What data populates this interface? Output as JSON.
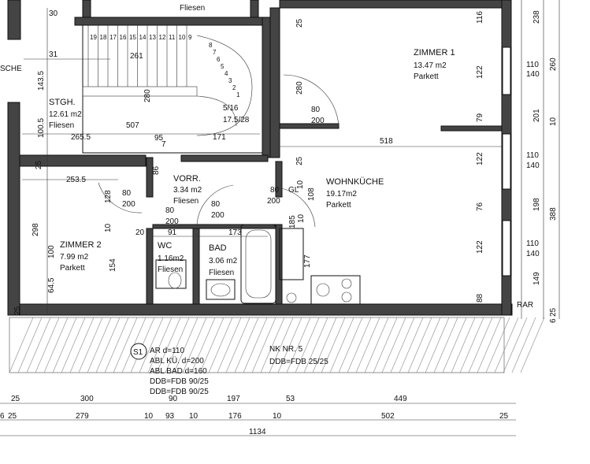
{
  "rooms": {
    "zimmer1": {
      "name": "ZIMMER 1",
      "area": "13.47 m2",
      "floor": "Parkett"
    },
    "stgh": {
      "name": "STGH.",
      "area": "12.61 m2",
      "floor": "Fliesen"
    },
    "wohnkueche": {
      "name": "WOHNKÜCHE",
      "area": "19.17m2",
      "floor": "Parkett"
    },
    "vorr": {
      "name": "VORR.",
      "area": "3.34 m2",
      "floor": "Fliesen"
    },
    "zimmer2": {
      "name": "ZIMMER 2",
      "area": "7.99 m2",
      "floor": "Parkett"
    },
    "wc": {
      "name": "WC",
      "area": "1.16m2",
      "floor": "Fliesen"
    },
    "bad": {
      "name": "BAD",
      "area": "3.06 m2",
      "floor": "Fliesen"
    },
    "top_left": {
      "floor": "Fliesen"
    }
  },
  "notes": {
    "s1_badge": "S1",
    "s1_lines": [
      "AR d=110",
      "ABL KÜ. d=200",
      "ABL BAD d=160",
      "DDB=FDB 90/25",
      "DDB=FDB 90/25"
    ],
    "nk_lines": [
      "NK NR. 5",
      "DDB=FDB 25/25"
    ],
    "rar": "RAR",
    "gl": "GL",
    "sche": "SCHE"
  },
  "door_marks": {
    "d1": [
      "80",
      "200"
    ],
    "d2": [
      "80",
      "200"
    ],
    "d3": [
      "80",
      "200"
    ],
    "d4": [
      "80",
      "200"
    ],
    "d5": [
      "80",
      "200"
    ]
  },
  "stairs": {
    "steps": [
      "19",
      "18",
      "17",
      "16",
      "15",
      "14",
      "13",
      "12",
      "11",
      "10",
      "9",
      "8",
      "7",
      "6",
      "5",
      "4",
      "3",
      "2",
      "1"
    ],
    "tags": [
      "5/16",
      "17.5/28"
    ]
  },
  "dims_top_row": [
    "25",
    "300",
    "90",
    "197",
    "53",
    "449"
  ],
  "dims_bottom_row": [
    "6",
    "25",
    "279",
    "10",
    "93",
    "10",
    "176",
    "10",
    "502",
    "25"
  ],
  "dims_total": "1134",
  "dims_right": [
    "238",
    "116",
    "260",
    "122",
    "110",
    "140",
    "79",
    "201",
    "10",
    "122",
    "110",
    "140",
    "76",
    "198",
    "388",
    "122",
    "110",
    "140",
    "149",
    "88",
    "25",
    "6"
  ],
  "dims_interior": {
    "top": [
      "30",
      "31",
      "261",
      "143.5",
      "100.5",
      "507",
      "95",
      "265.5",
      "171",
      "7",
      "518",
      "253.5",
      "86",
      "280",
      "25",
      "280",
      "128",
      "298",
      "100",
      "64.5",
      "25",
      "154",
      "20",
      "91",
      "173",
      "108",
      "185",
      "177",
      "10",
      "10",
      "25",
      "25",
      "10"
    ]
  }
}
